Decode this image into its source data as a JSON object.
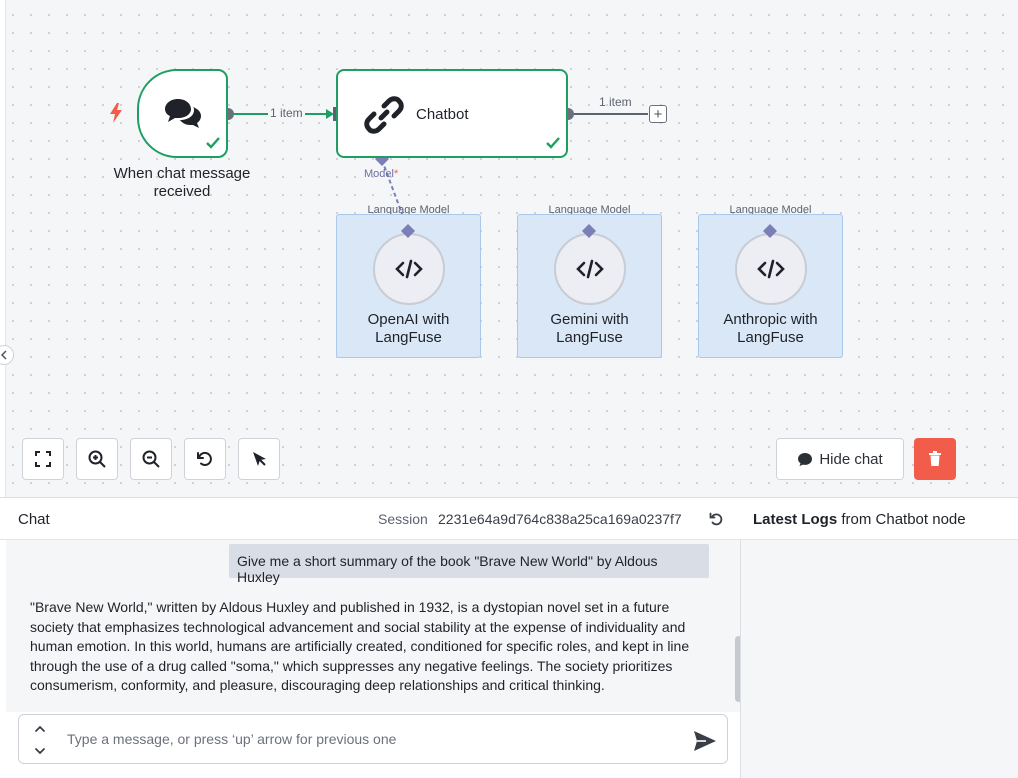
{
  "canvas": {
    "trigger": {
      "label": "When chat message received"
    },
    "chatbot": {
      "label": "Chatbot"
    },
    "edge_in_label": "1 item",
    "edge_out_label": "1 item",
    "model_connector": {
      "label": "Model",
      "required_mark": "*"
    },
    "sub_nodes": [
      {
        "type_label": "Language Model",
        "title": "OpenAI with LangFuse"
      },
      {
        "type_label": "Language Model",
        "title": "Gemini with LangFuse"
      },
      {
        "type_label": "Language Model",
        "title": "Anthropic with LangFuse"
      }
    ],
    "status_color": "#1e9e63",
    "trigger_bolt_color": "#f25c4b"
  },
  "toolbar": {
    "hide_chat_label": "Hide chat",
    "buttons": [
      "fit-view-icon",
      "zoom-in-icon",
      "zoom-out-icon",
      "reset-zoom-icon",
      "tidy-up-icon"
    ],
    "delete_color": "#f25c4b"
  },
  "chat": {
    "title": "Chat",
    "session_label": "Session",
    "session_id": "2231e64a9d764c838a25ca169a0237f7",
    "user_message": "Give me a short summary of the book \"Brave New World\" by Aldous Huxley",
    "bot_message": "\"Brave New World,\" written by Aldous Huxley and published in 1932, is a dystopian novel set in a future society that emphasizes technological advancement and social stability at the expense of individuality and human emotion. In this world, humans are artificially created, conditioned for specific roles, and kept in line through the use of a drug called \"soma,\" which suppresses any negative feelings. The society prioritizes consumerism, conformity, and pleasure, discouraging deep relationships and critical thinking.",
    "input_placeholder": "Type a message, or press ‘up’ arrow for previous one"
  },
  "logs": {
    "title_bold": "Latest Logs",
    "title_rest": " from Chatbot node"
  }
}
